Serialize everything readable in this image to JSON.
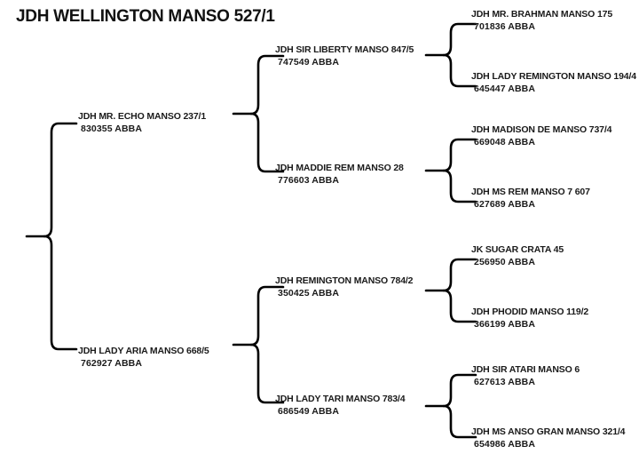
{
  "title": "JDH WELLINGTON MANSO 527/1",
  "colors": {
    "ink": "#1a1a1a",
    "line": "#000000",
    "background": "#ffffff"
  },
  "chart_data": {
    "type": "pedigree-tree",
    "title": "JDH WELLINGTON MANSO 527/1",
    "generations": 3,
    "layout": "left-to-right brace pedigree"
  },
  "generation1": [
    {
      "name": "JDH MR. ECHO MANSO 237/1",
      "registration": "830355 ABBA"
    },
    {
      "name": "JDH LADY ARIA MANSO 668/5",
      "registration": "762927 ABBA"
    }
  ],
  "generation2": [
    {
      "name": "JDH SIR LIBERTY MANSO  847/5",
      "registration": "747549 ABBA"
    },
    {
      "name": "JDH MADDIE REM MANSO  28",
      "registration": "776603 ABBA"
    },
    {
      "name": "JDH REMINGTON MANSO  784/2",
      "registration": "350425 ABBA"
    },
    {
      "name": "JDH LADY TARI MANSO 783/4",
      "registration": "686549 ABBA"
    }
  ],
  "generation3": [
    {
      "name": "JDH MR. BRAHMAN MANSO 175",
      "registration": "701836 ABBA"
    },
    {
      "name": "JDH LADY REMINGTON MANSO  194/4",
      "registration": "645447 ABBA"
    },
    {
      "name": "JDH MADISON DE MANSO 737/4",
      "registration": "669048 ABBA"
    },
    {
      "name": "JDH MS REM MANSO 7 607",
      "registration": "627689 ABBA"
    },
    {
      "name": "JK SUGAR CRATA 45",
      "registration": "256950 ABBA"
    },
    {
      "name": "JDH PHODID MANSO 119/2",
      "registration": "366199 ABBA"
    },
    {
      "name": "JDH SIR ATARI MANSO 6",
      "registration": "627613 ABBA"
    },
    {
      "name": "JDH MS ANSO  GRAN MANSO 321/4",
      "registration": "654986 ABBA"
    }
  ]
}
